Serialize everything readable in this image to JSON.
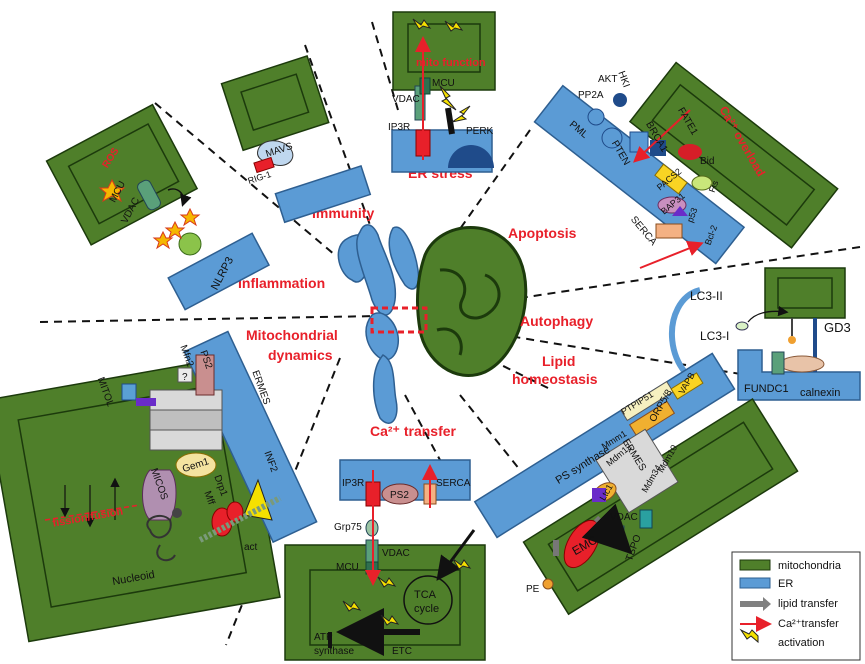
{
  "center_labels": {
    "immunity": "Immunity",
    "er_stress": "ER stress",
    "apoptosis": "Apoptosis",
    "inflammation": "Inflammation",
    "autophagy": "Autophagy",
    "mito_dynamics_1": "Mitochondrial",
    "mito_dynamics_2": "dynamics",
    "lipid_1": "Lipid",
    "lipid_2": "homeostasis",
    "ca_transfer": "Ca²⁺ transfer"
  },
  "inflammation_panel": {
    "ros": "ROS",
    "mcu": "MCU",
    "vdac": "VDAC",
    "nlrp3": "NLRP3"
  },
  "immunity_panel": {
    "mavs": "MAVS",
    "rig1": "RIG-1"
  },
  "er_stress_panel": {
    "mito_function": "mito function",
    "mcu": "MCU",
    "vdac": "VDAC",
    "ip3r": "IP3R",
    "perk": "PERK"
  },
  "apoptosis_panel": {
    "akt": "AKT",
    "pp2a": "PP2A",
    "hk": "HKI",
    "pml": "PML",
    "brca1": "BRCA1",
    "fate1": "FATE1",
    "pten": "PTEN",
    "bid": "Bid",
    "pacs2": "PACS2",
    "fis": "Fis",
    "bap31": "BAP31",
    "p53": "p53",
    "serca": "SERCA",
    "bcl2": "Bcl-2",
    "ca_overload": "Ca²⁺ overload"
  },
  "autophagy_panel": {
    "lc3ii": "LC3-II",
    "lc3i": "LC3-I",
    "gd3": "GD3",
    "fundc1": "FUNDC1",
    "calnexin": "calnexin"
  },
  "dynamics_panel": {
    "mitol": "MITOL",
    "mfn2": "Mfn2",
    "ps2": "PS2",
    "ermes": "ERMES",
    "gem1": "Gem1",
    "micos": "MICOS",
    "drp1": "Drp1",
    "inf2": "INF2",
    "mff": "Mff",
    "act": "act",
    "fission": "fission/fusion",
    "nucleoid": "Nucleoid",
    "q": "?"
  },
  "ca_panel": {
    "ip3r": "IP3R",
    "ps2": "PS2",
    "serca": "SERCA",
    "grp75": "Grp75",
    "vdac": "VDAC",
    "mcu": "MCU",
    "tca1": "TCA",
    "tca2": "cycle",
    "atp1": "ATP",
    "atp2": "synthase",
    "etc": "ETC"
  },
  "lipid_panel": {
    "ptpip51": "PTPIP51",
    "vapb": "VAPB",
    "orp58": "ORP5/8",
    "mmm1": "Mmm1",
    "mdm12": "Mdm12",
    "mdm10": "Mdm10",
    "mdm34": "Mdm34",
    "ermes": "ERMES",
    "lam6": "Ltc1",
    "ps_synthase": "PS synthase",
    "vdac": "VDAC",
    "emc": "EMC",
    "tspo": "TSPO",
    "pe": "PE"
  },
  "legend": {
    "mitochondria": "mitochondria",
    "er": "ER",
    "lipid": "lipid transfer",
    "ca": "Ca²⁺transfer",
    "activation": "activation"
  },
  "colors": {
    "mito": "#4f7f2a",
    "er": "#5b9bd5",
    "accent": "#e8202a",
    "dark": "#1c1c1c"
  }
}
